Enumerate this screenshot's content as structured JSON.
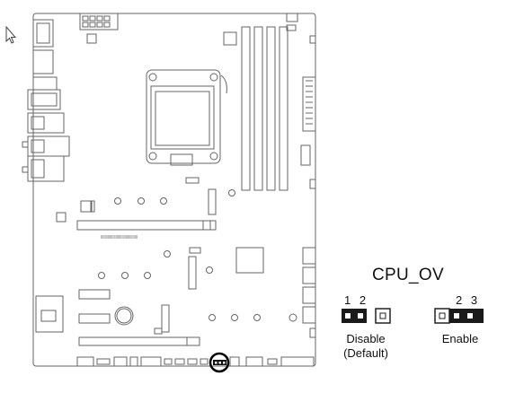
{
  "diagram": {
    "jumper_title": "CPU_OV",
    "left_setting": {
      "pin_numbers": "1 2",
      "label": "Disable",
      "sublabel": "(Default)"
    },
    "right_setting": {
      "pin_numbers": "2 3",
      "label": "Enable"
    },
    "colors": {
      "line": "#555555",
      "pin_block": "#1a1a1a",
      "highlight_circle": "#000000"
    }
  }
}
